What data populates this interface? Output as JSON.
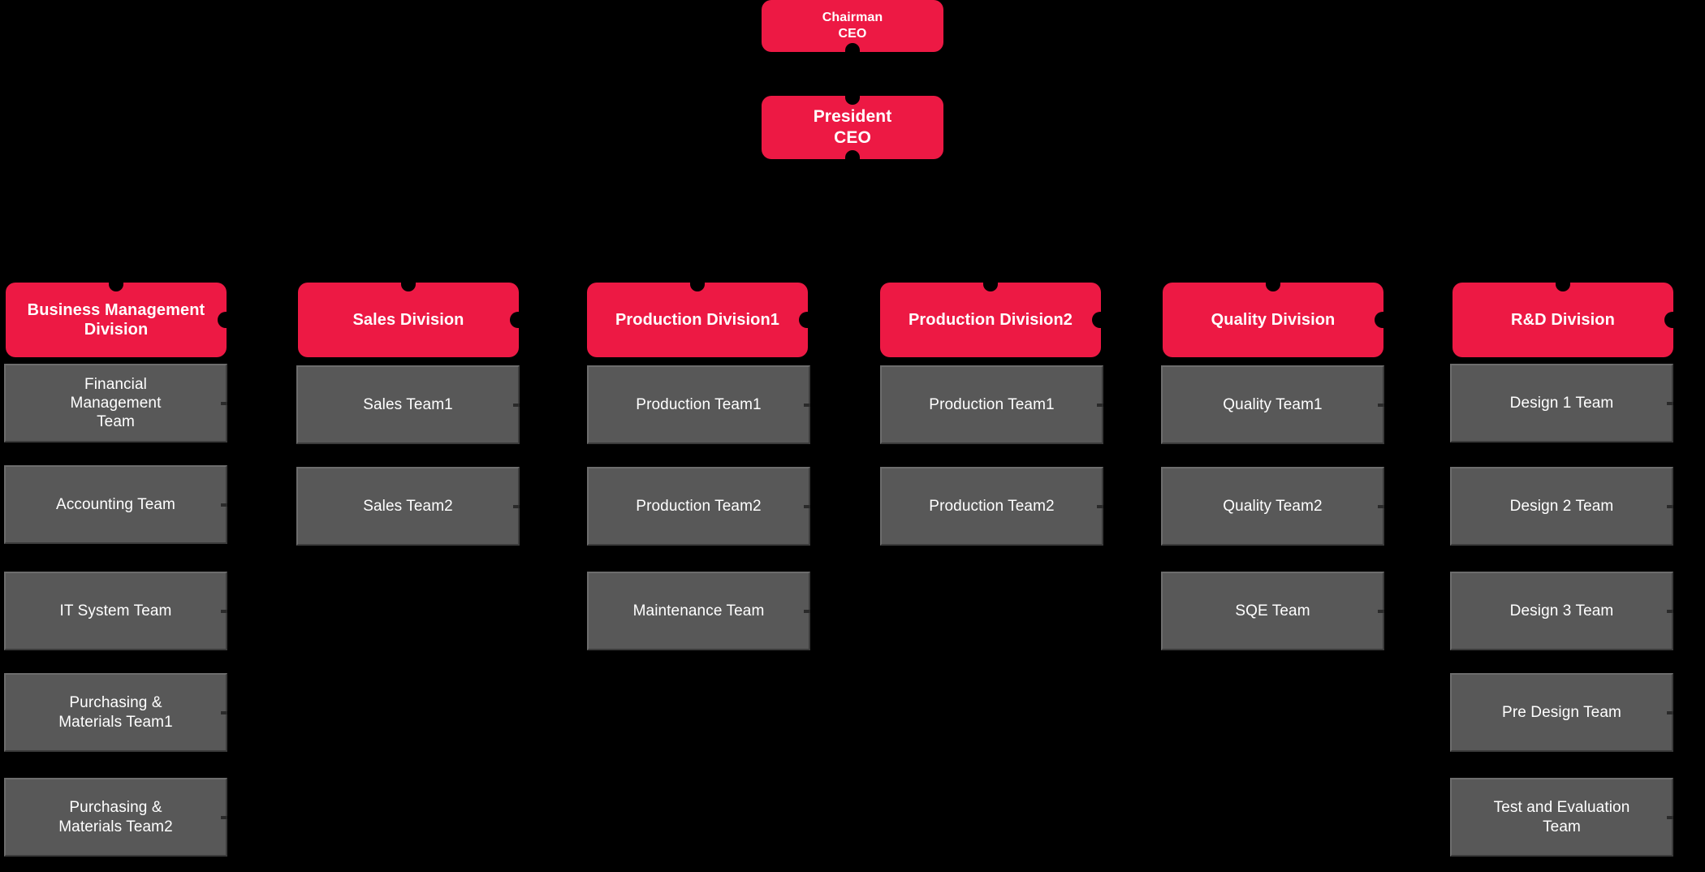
{
  "theme": {
    "background": "#000000",
    "division_color": "#ED1944",
    "team_color": "#585858",
    "text_color": "#FFFFFF"
  },
  "executives": [
    {
      "id": "chairman",
      "line1": "Chairman",
      "line2": "CEO"
    },
    {
      "id": "president",
      "line1": "President",
      "line2": "CEO"
    }
  ],
  "divisions": [
    {
      "id": "business-management-division",
      "title": "Business Management\nDivision",
      "teams": [
        "Financial\nManagement\nTeam",
        "Accounting Team",
        "IT System  Team",
        "Purchasing &\nMaterials Team1",
        "Purchasing &\nMaterials Team2"
      ]
    },
    {
      "id": "sales-division",
      "title": "Sales Division",
      "teams": [
        "Sales Team1",
        "Sales Team2"
      ]
    },
    {
      "id": "production-division1",
      "title": "Production Division1",
      "teams": [
        "Production Team1",
        "Production Team2",
        "Maintenance Team"
      ]
    },
    {
      "id": "production-division2",
      "title": "Production Division2",
      "teams": [
        "Production Team1",
        "Production Team2"
      ]
    },
    {
      "id": "quality-division",
      "title": "Quality Division",
      "teams": [
        "Quality Team1",
        "Quality Team2",
        "SQE Team"
      ]
    },
    {
      "id": "rnd-division",
      "title": "R&D Division",
      "teams": [
        "Design 1 Team",
        "Design 2 Team",
        "Design 3 Team",
        "Pre Design Team",
        "Test and Evaluation\nTeam"
      ]
    }
  ]
}
